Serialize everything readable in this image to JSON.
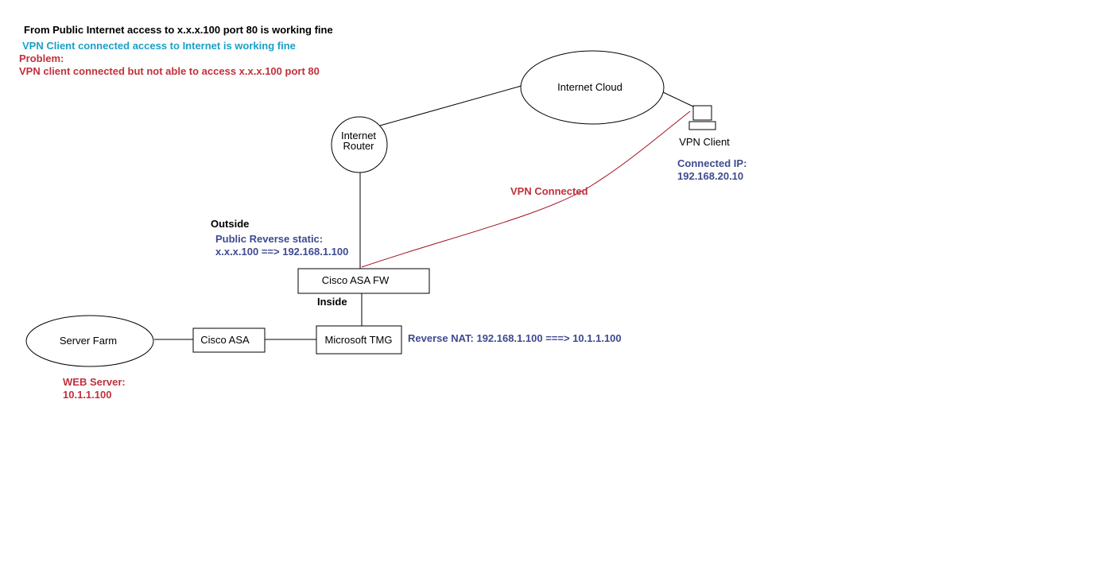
{
  "colors": {
    "black": "#000000",
    "cyan": "#1aa0c8",
    "red": "#c0313b",
    "blue": "#3e4a8f",
    "vpn_line": "#a01020"
  },
  "notes": {
    "line1": "From Public Internet access to x.x.x.100 port 80 is working fine",
    "line2": "VPN Client connected access to Internet is working fine",
    "problem_label": "Problem:",
    "problem_text": "VPN client connected but not able to access x.x.x.100 port 80"
  },
  "nodes": {
    "internet_cloud": "Internet Cloud",
    "router_line1": "Internet",
    "router_line2": "Router",
    "vpn_client": "VPN Client",
    "asa_fw": "Cisco ASA FW",
    "tmg": "Microsoft TMG",
    "cisco_asa": "Cisco ASA",
    "server_farm": "Server Farm"
  },
  "labels": {
    "connected_ip_label": "Connected IP:",
    "connected_ip_value": "192.168.20.10",
    "vpn_connected": "VPN Connected",
    "outside": "Outside",
    "public_reverse_label": "Public Reverse static:",
    "public_reverse_value": "x.x.x.100 ==> 192.168.1.100",
    "inside": "Inside",
    "reverse_nat": "Reverse NAT: 192.168.1.100 ===> 10.1.1.100",
    "web_server_label": "WEB Server:",
    "web_server_value": "10.1.1.100"
  }
}
